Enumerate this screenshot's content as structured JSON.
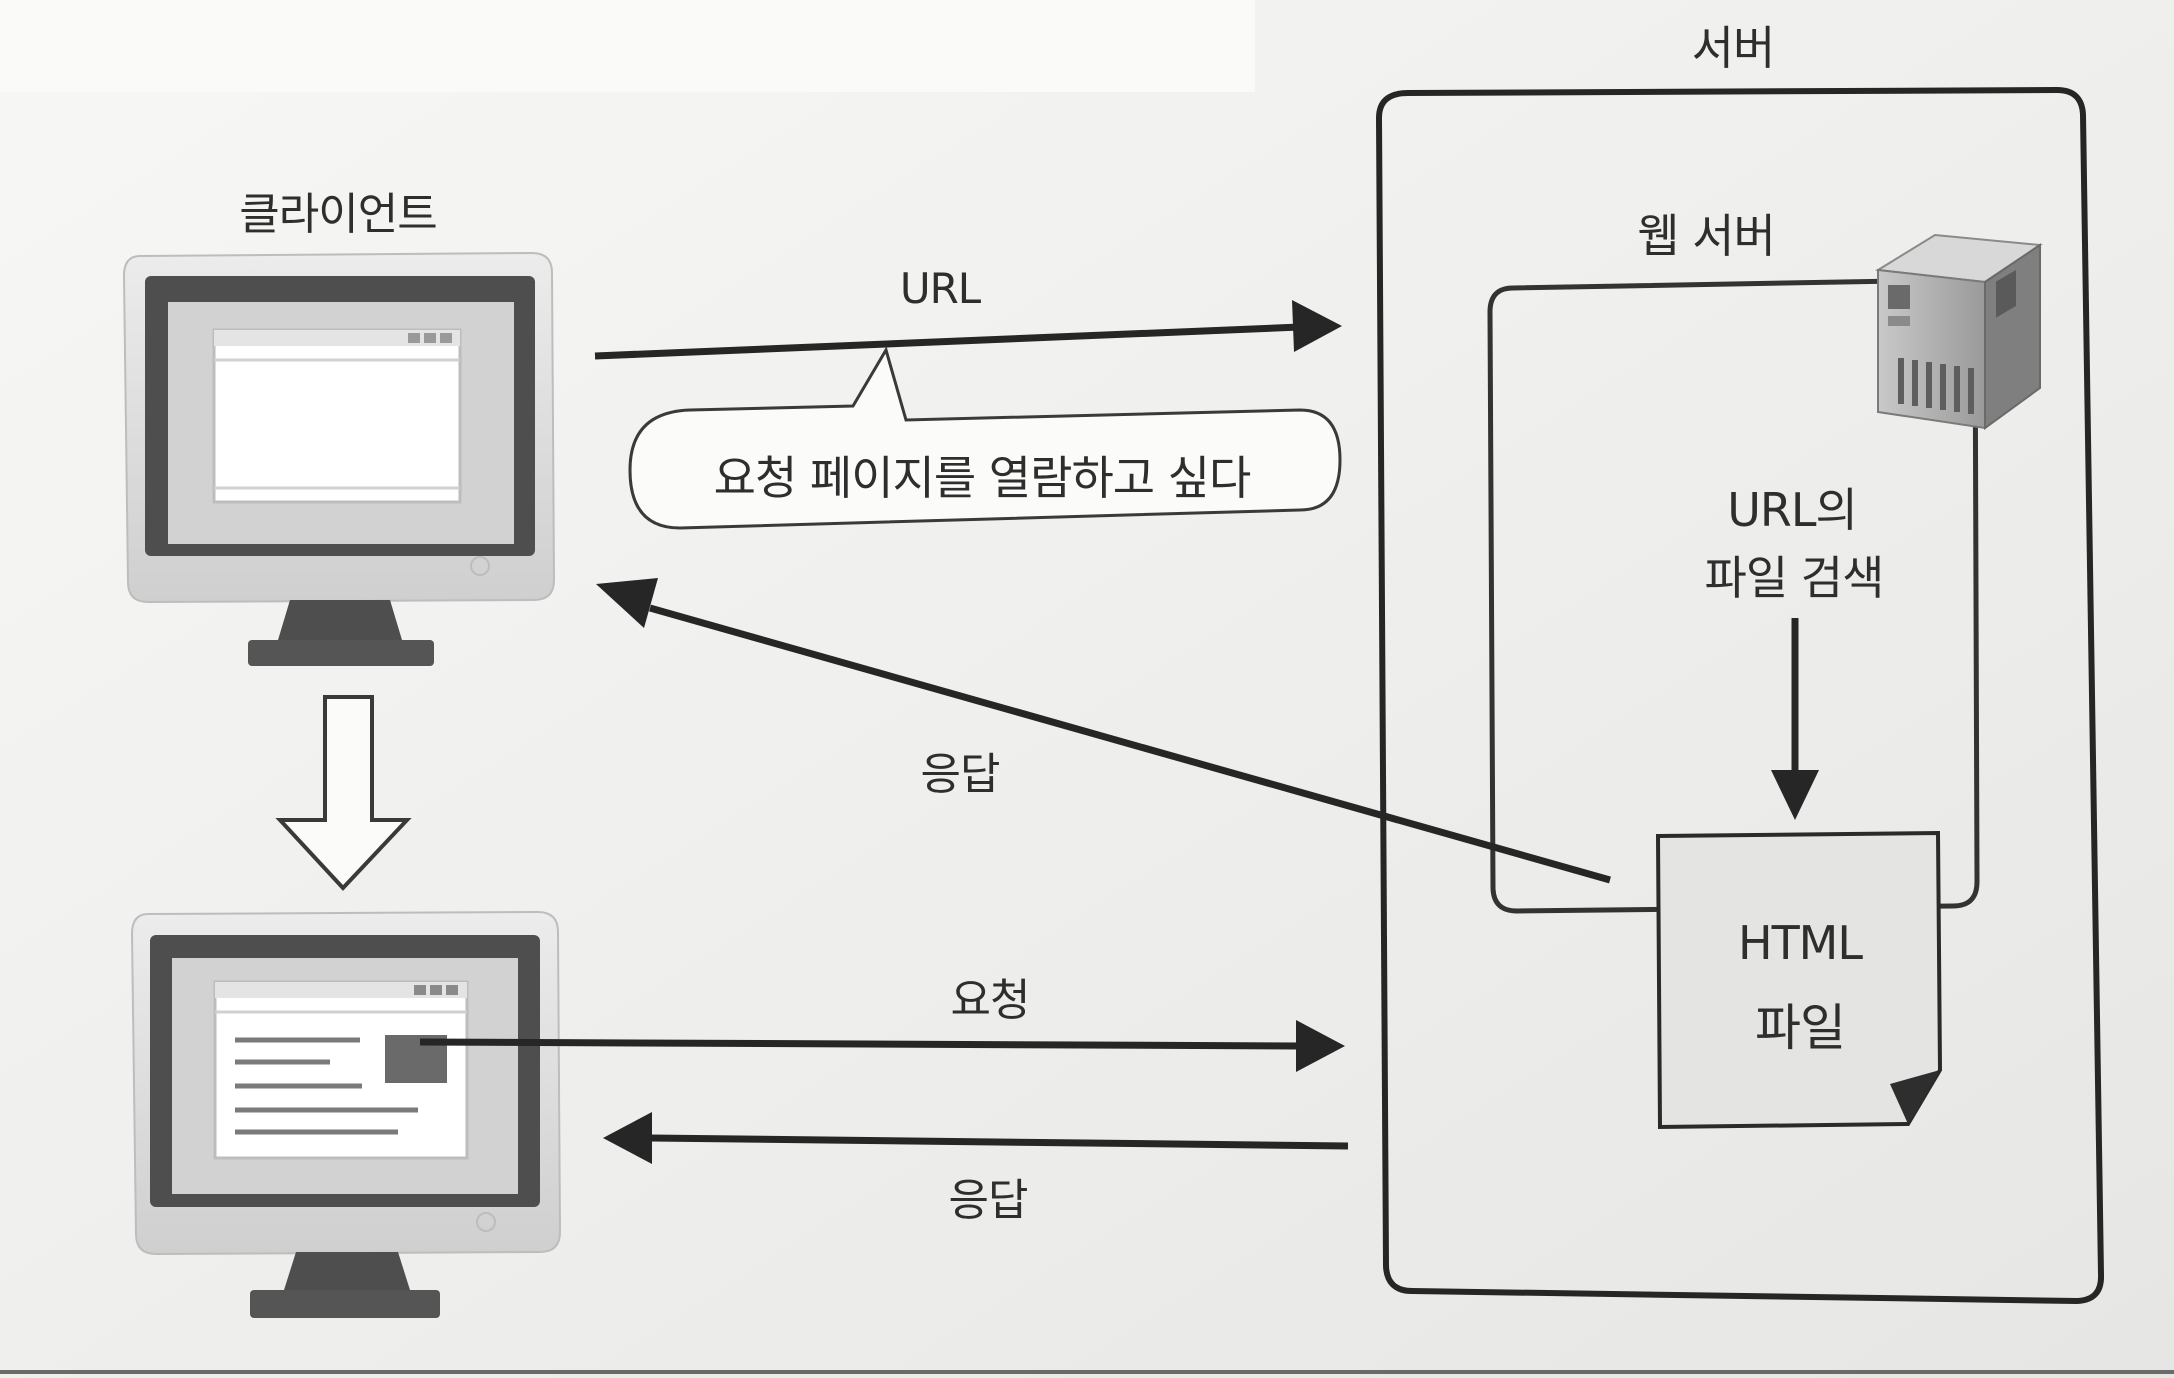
{
  "diagram": {
    "client_label": "클라이언트",
    "server_label": "서버",
    "web_server_label": "웹 서버",
    "url_arrow_label": "URL",
    "callout_text": "요청 페이지를 열람하고 싶다",
    "response_label_top": "응답",
    "search_label_line1": "URL의",
    "search_label_line2": "파일 검색",
    "html_file_line1": "HTML",
    "html_file_line2": "파일",
    "request_label": "요청",
    "response_label_bottom": "응답"
  },
  "colors": {
    "background": "#f1f1ef",
    "line": "#2b2b2b",
    "monitor_bezel": "#505050",
    "monitor_case": "#dedede",
    "paper": "#e9e9e6"
  }
}
